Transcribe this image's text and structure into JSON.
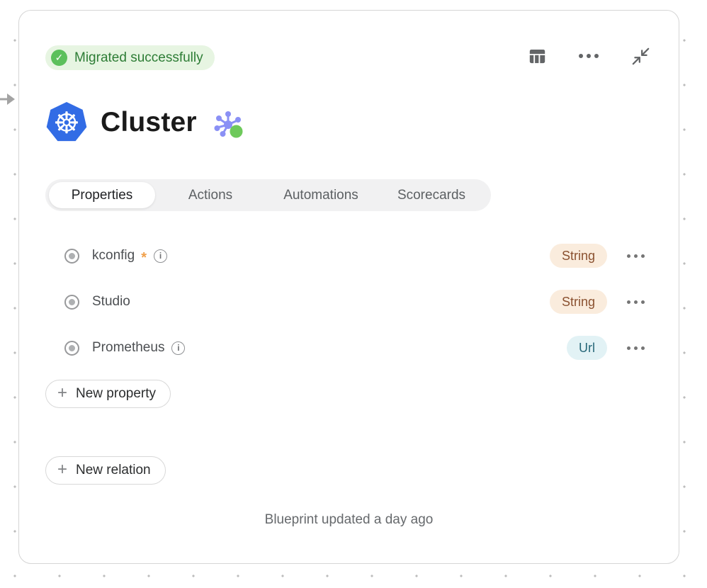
{
  "status_badge": {
    "label": "Migrated successfully"
  },
  "toolbar": {
    "icons": [
      "table-columns-icon",
      "more-icon",
      "collapse-icon"
    ]
  },
  "header": {
    "title": "Cluster",
    "logo_icon": "kubernetes-icon",
    "secondary_icon": "graph-icon"
  },
  "tabs": [
    {
      "label": "Properties",
      "active": true
    },
    {
      "label": "Actions",
      "active": false
    },
    {
      "label": "Automations",
      "active": false
    },
    {
      "label": "Scorecards",
      "active": false
    }
  ],
  "properties": [
    {
      "name": "kconfig",
      "required": true,
      "info": true,
      "type": "String",
      "type_style": "string"
    },
    {
      "name": "Studio",
      "required": false,
      "info": false,
      "type": "String",
      "type_style": "string"
    },
    {
      "name": "Prometheus",
      "required": false,
      "info": true,
      "type": "Url",
      "type_style": "url"
    }
  ],
  "buttons": {
    "new_property": "New property",
    "new_relation": "New relation"
  },
  "footer": {
    "updated_text": "Blueprint updated a day ago"
  },
  "colors": {
    "kubernetes_blue": "#326ce5",
    "status_bg": "#e7f5e2",
    "status_text": "#2e7d36",
    "check_green": "#5cc05c",
    "type_string_bg": "#faecdd",
    "type_string_text": "#8a5130",
    "type_url_bg": "#e2f2f5",
    "type_url_text": "#276879",
    "required_asterisk": "#f0a04b",
    "graph_purple": "#8a90f5",
    "graph_green": "#6ec95b"
  }
}
